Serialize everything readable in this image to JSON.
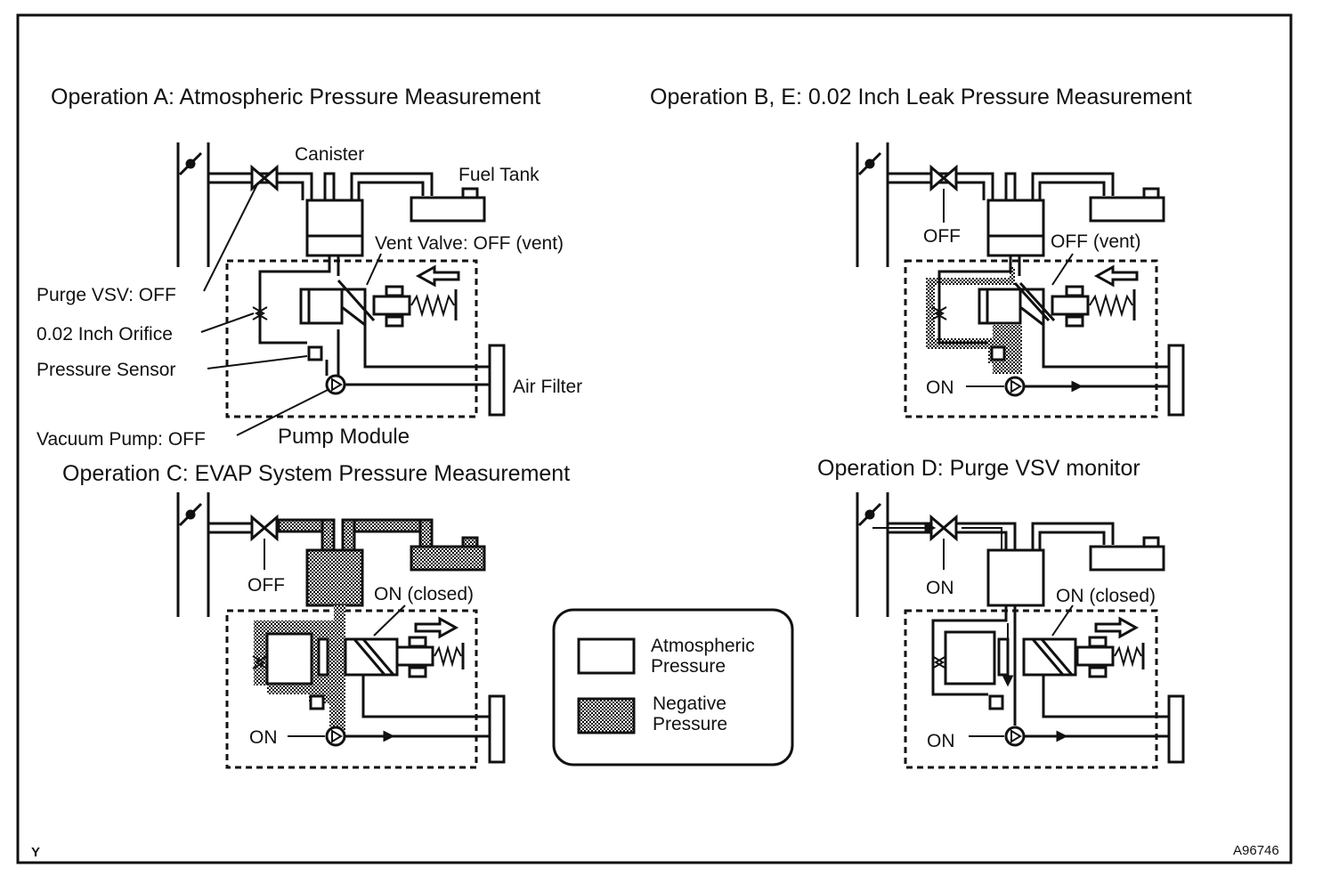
{
  "titles": {
    "op_a": "Operation  A: Atmospheric Pressure Measurement",
    "op_be": "Operation  B, E: 0.02 Inch Leak Pressure Measurement",
    "op_c": "Operation  C: EVAP System Pressure Measurement",
    "op_d": "Operation  D: Purge VSV monitor"
  },
  "panel_a": {
    "canister": "Canister",
    "fuel_tank": "Fuel Tank",
    "vent_valve": "Vent Valve: OFF (vent)",
    "purge_vsv": "Purge VSV: OFF",
    "orifice": "0.02 Inch Orifice",
    "pressure_sensor": "Pressure Sensor",
    "air_filter": "Air Filter",
    "vacuum_pump": "Vacuum Pump: OFF",
    "pump_module": "Pump Module"
  },
  "panel_b": {
    "purge": "OFF",
    "vent": "OFF (vent)",
    "pump": "ON"
  },
  "panel_c": {
    "purge": "OFF",
    "vent": "ON (closed)",
    "pump": "ON"
  },
  "panel_d": {
    "purge": "ON",
    "vent": "ON (closed)",
    "pump": "ON"
  },
  "legend": {
    "atm_line1": "Atmospheric",
    "atm_line2": "Pressure",
    "neg_line1": "Negative",
    "neg_line2": "Pressure"
  },
  "footer": {
    "left_mark": "Y",
    "figure_id": "A96746"
  }
}
